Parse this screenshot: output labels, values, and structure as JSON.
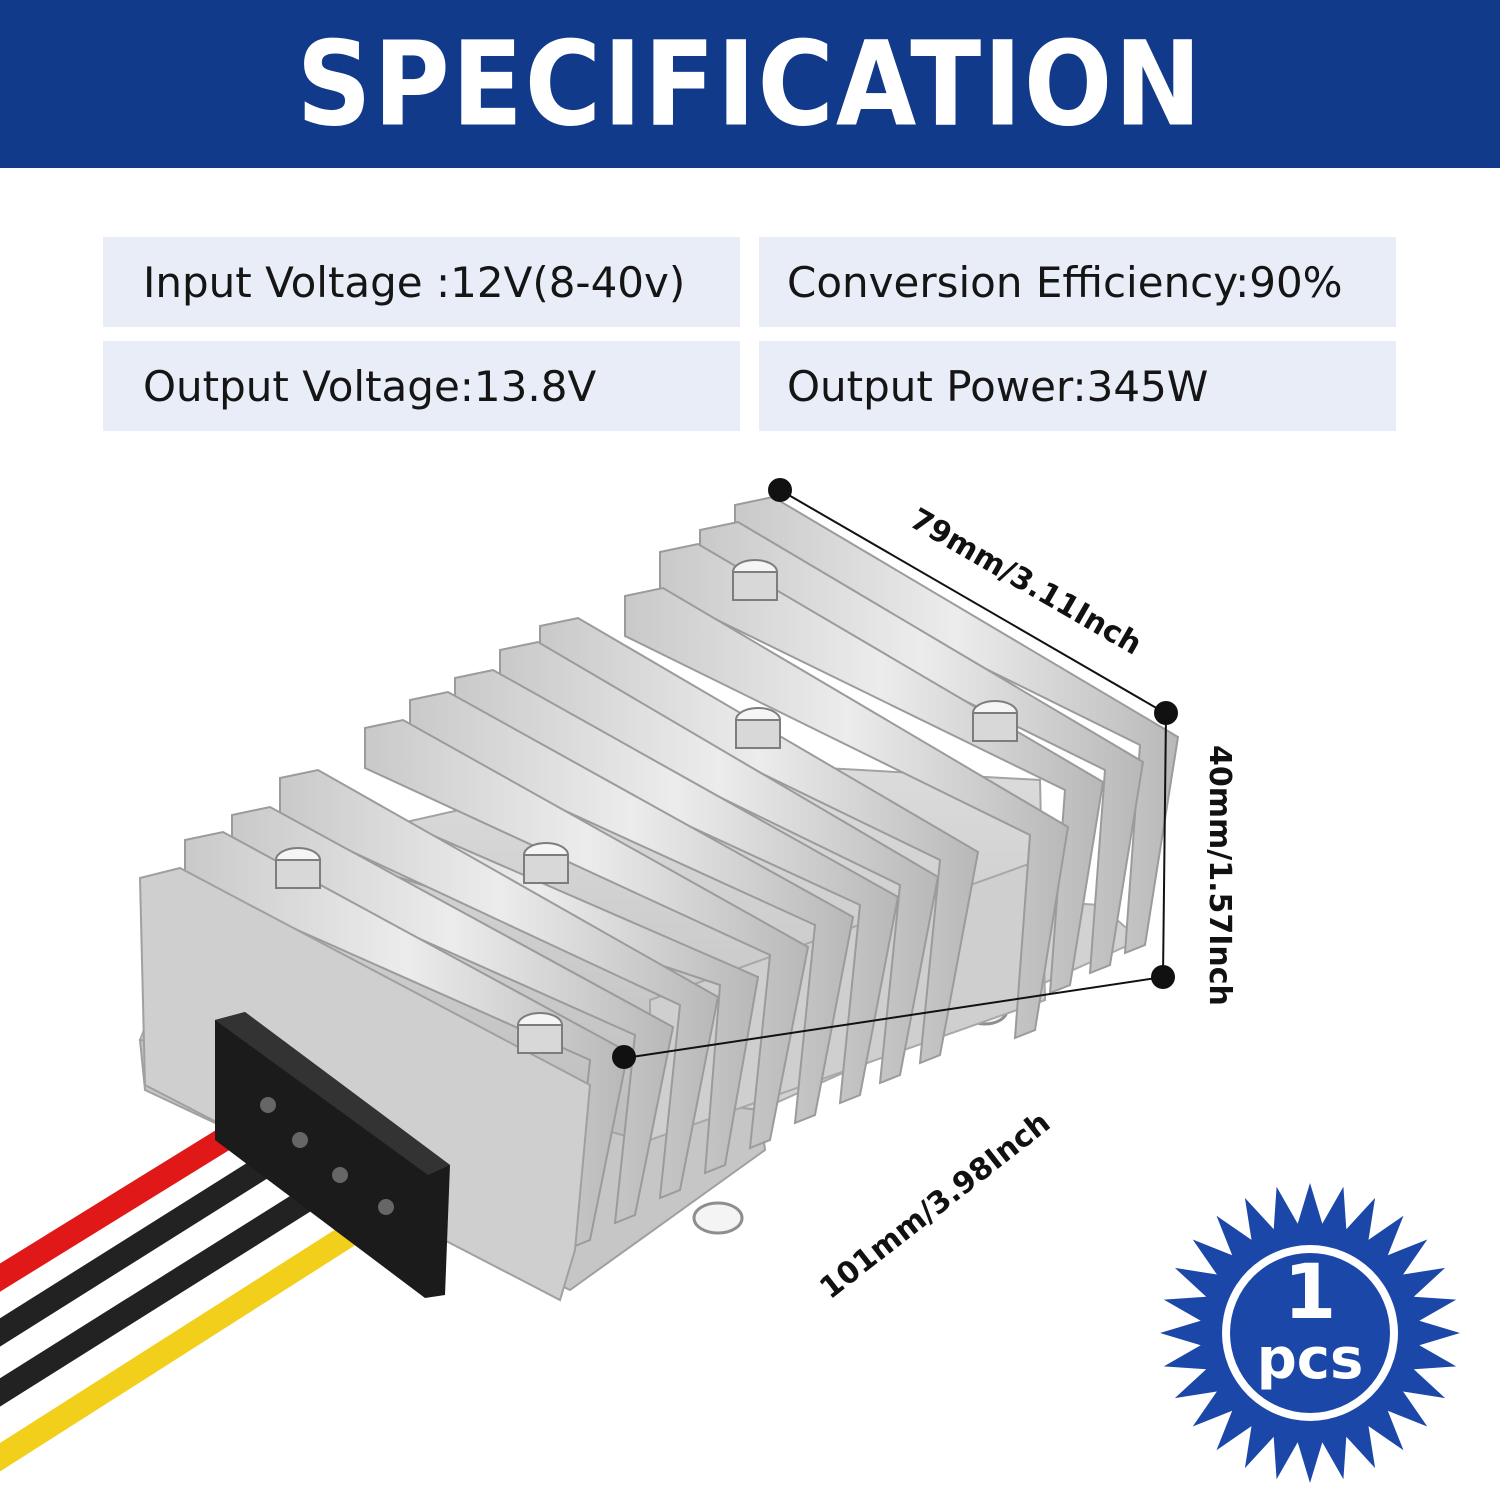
{
  "header": {
    "title": "SPECIFICATION"
  },
  "specs": {
    "input_voltage": "Input Voltage :12V(8-40v)",
    "conversion_efficiency": "Conversion Efficiency:90%",
    "output_voltage": "Output Voltage:13.8V",
    "output_power": "Output Power:345W"
  },
  "dimensions": {
    "width": "79mm/3.11Inch",
    "height": "40mm/1.57Inch",
    "length": "101mm/3.98Inch"
  },
  "badge": {
    "count": "1",
    "unit": "pcs"
  },
  "colors": {
    "banner": "#123a8a",
    "spec_cell": "#e8edf8",
    "badge_blue": "#1b47a8",
    "wire_red": "#e01818",
    "wire_black": "#222222",
    "wire_yellow": "#f2cf1a"
  }
}
